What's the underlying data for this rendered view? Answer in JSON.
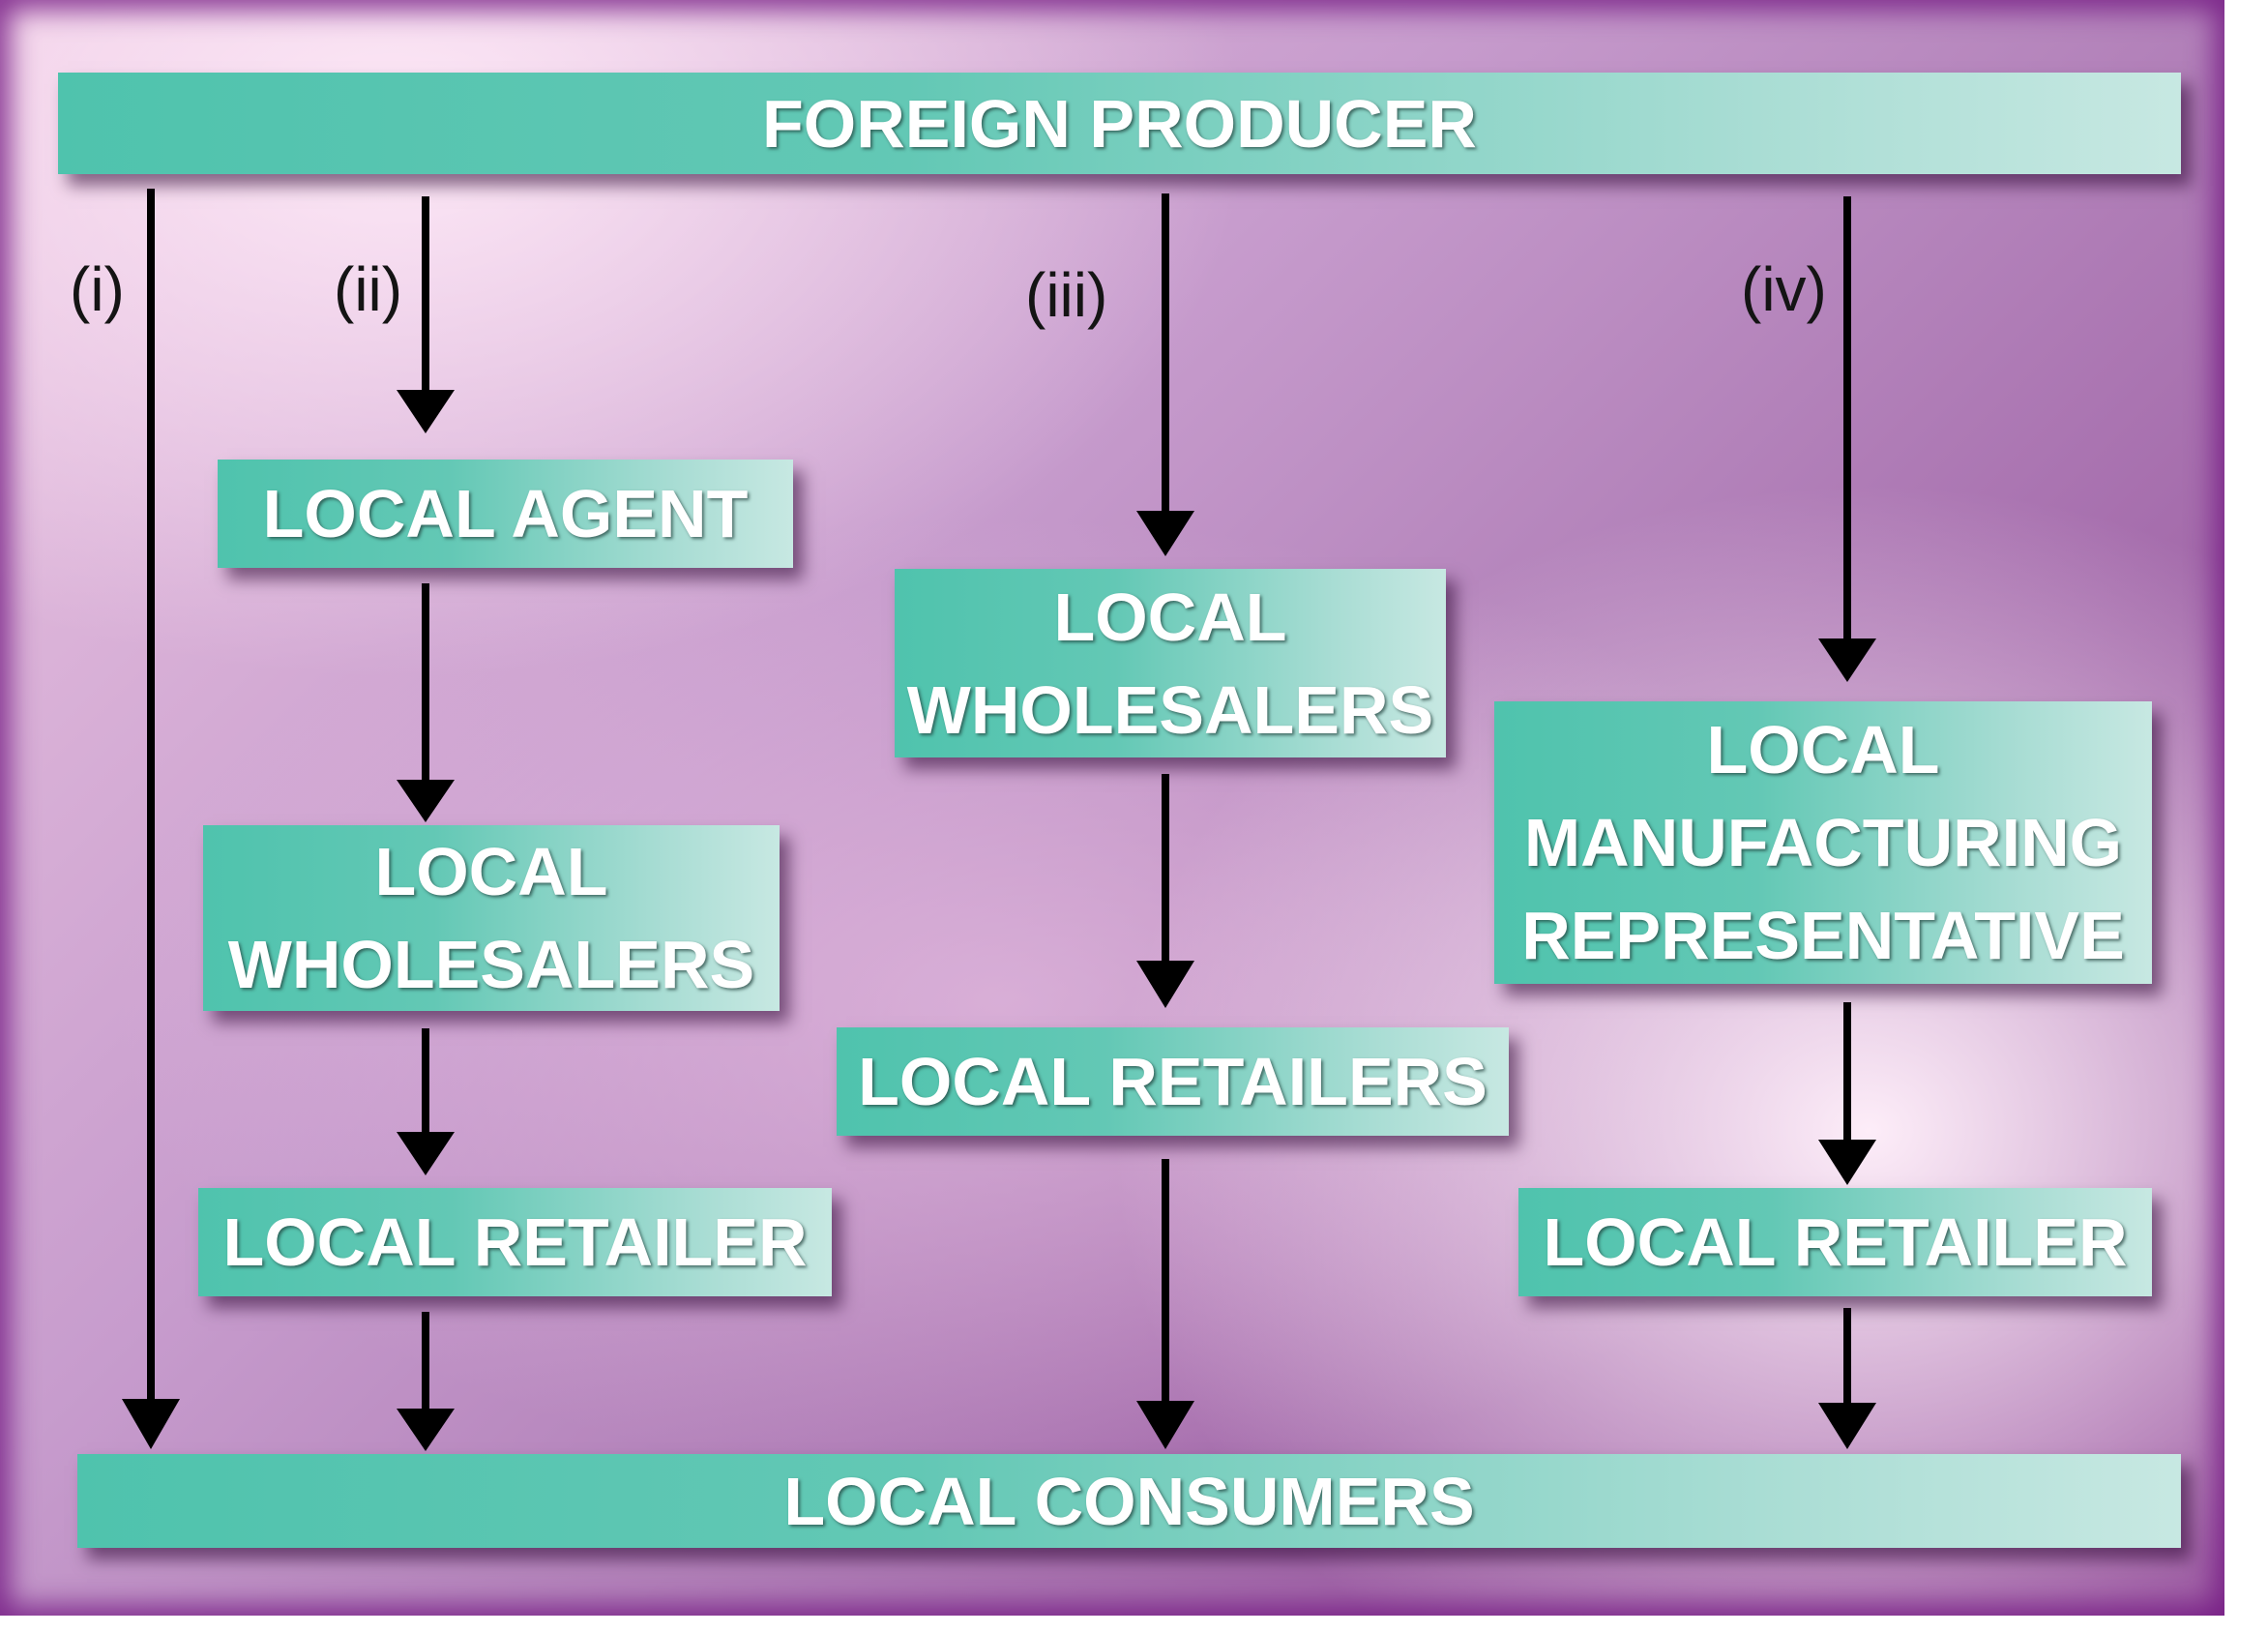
{
  "boxes": {
    "foreign_producer": "FOREIGN PRODUCER",
    "local_agent": "LOCAL AGENT",
    "local_wholesalers_ii": "LOCAL\nWHOLESALERS",
    "local_retailer_ii": "LOCAL RETAILER",
    "local_wholesalers_iii": "LOCAL\nWHOLESALERS",
    "local_retailers_iii": "LOCAL RETAILERS",
    "local_manufacturing_rep": "LOCAL\nMANUFACTURING\nREPRESENTATIVE",
    "local_retailer_iv": "LOCAL RETAILER",
    "local_consumers": "LOCAL CONSUMERS"
  },
  "channel_labels": {
    "i": "(i)",
    "ii": "(ii)",
    "iii": "(iii)",
    "iv": "(iv)"
  },
  "colors": {
    "box_teal": "#4fc3ad",
    "background_purple": "#8a3f92",
    "arrow": "#000000"
  }
}
